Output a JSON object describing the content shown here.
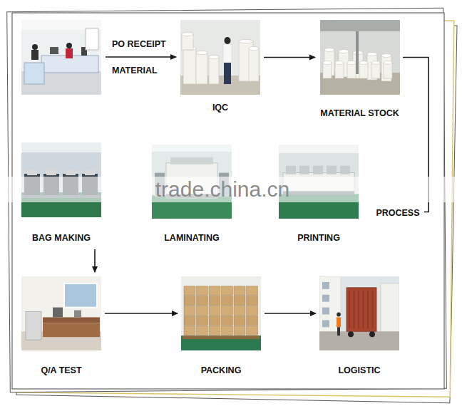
{
  "diagram": {
    "nodes": [
      {
        "text": [
          "IQC"
        ]
      },
      {
        "text": [
          "MATERIAL STOCK"
        ]
      },
      {
        "text": [
          "PROCESS"
        ]
      },
      {
        "text": [
          "BAG MAKING"
        ]
      },
      {
        "text": [
          "LAMINATING"
        ]
      },
      {
        "text": [
          "PRINTING"
        ]
      },
      {
        "text": [
          "Q/A TEST"
        ]
      },
      {
        "text": [
          "PACKING"
        ]
      },
      {
        "text": [
          "LOGISTIC"
        ]
      }
    ],
    "edges": [
      {
        "from": 0,
        "to": 1,
        "arrow": "to"
      },
      {
        "from": 1,
        "to": 2,
        "arrow": "none"
      },
      {
        "from": 3,
        "to": 6,
        "arrow": "to"
      },
      {
        "from": 6,
        "to": 7,
        "arrow": "to"
      },
      {
        "from": 7,
        "to": 8,
        "arrow": "to"
      }
    ],
    "labels": [
      "PO RECEIPT",
      "MATERIAL",
      "trade.china.cn"
    ]
  }
}
